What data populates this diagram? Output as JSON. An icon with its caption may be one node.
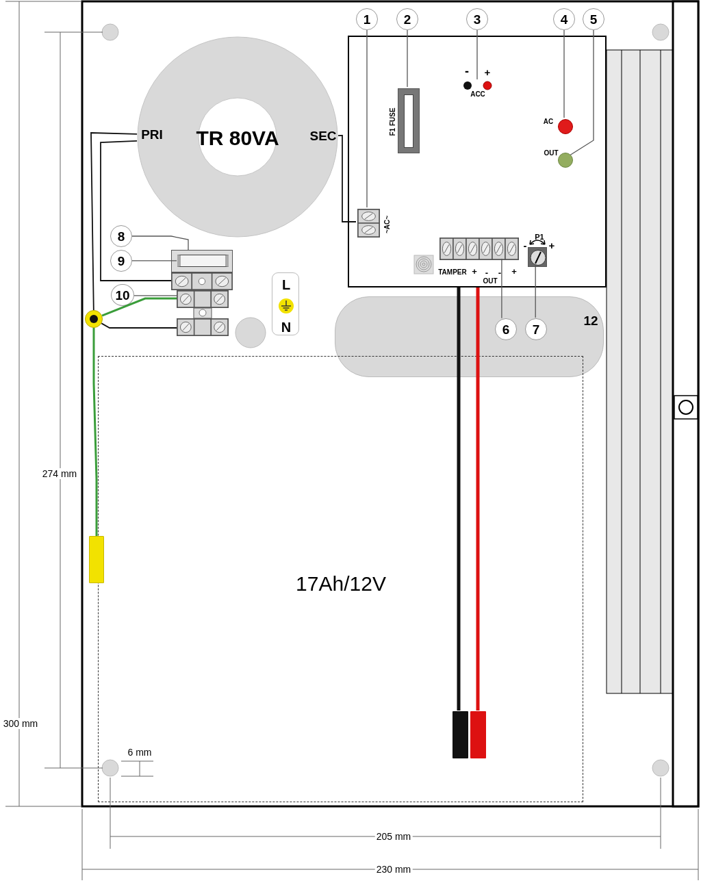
{
  "diagram": {
    "nodes": [
      {
        "text": [
          "1"
        ]
      },
      {
        "text": [
          "2"
        ]
      },
      {
        "text": [
          "3"
        ]
      },
      {
        "text": [
          "4"
        ]
      },
      {
        "text": [
          "5"
        ]
      },
      {
        "text": [],
        "shape": "box"
      },
      {
        "text": [],
        "shape": "box",
        "in": 5,
        "beside": [
          "~AC~"
        ]
      },
      {
        "text": [],
        "shape": "box",
        "in": 5,
        "beside": [
          "F1 FUSE"
        ]
      },
      {
        "text": [],
        "shape": "circle",
        "in": 5,
        "beside": [
          "AC"
        ]
      },
      {
        "text": [],
        "shape": "circle",
        "in": 5,
        "beside": [
          "OUT"
        ]
      },
      {
        "text": [],
        "shape": "box",
        "in": 5,
        "beside": [
          "TAMPER",
          "+",
          "-",
          "-",
          "+",
          "OUT"
        ]
      },
      {
        "text": [],
        "shape": "box",
        "in": 5,
        "beside": [
          "P1",
          "-",
          "+"
        ]
      },
      {
        "text": [
          "PRI",
          "TR 80VA",
          "SEC"
        ]
      },
      {
        "text": [
          "8"
        ]
      },
      {
        "text": [
          "9"
        ]
      },
      {
        "text": [],
        "shape": "box"
      },
      {
        "text": [],
        "shape": "bar",
        "in": 15
      },
      {
        "text": [
          "10"
        ]
      },
      {
        "text": [],
        "shape": "box"
      },
      {
        "text": [],
        "shape": "box"
      },
      {
        "text": [],
        "shape": "box"
      },
      {
        "text": [
          "L",
          "N"
        ]
      },
      {
        "text": [
          "12"
        ]
      },
      {
        "text": [
          "6"
        ],
        "in": 22
      },
      {
        "text": [
          "7"
        ],
        "in": 22
      },
      {
        "text": [
          "17Ah/12V"
        ]
      },
      {
        "text": [],
        "shape": "circle"
      },
      {
        "text": [],
        "shape": "bar"
      },
      {
        "text": [],
        "shape": "bar",
        "in": 25
      },
      {
        "text": [],
        "shape": "bar",
        "in": 25
      }
    ],
    "edges": [
      {
        "from": 0,
        "to": 6,
        "arrow": "none"
      },
      {
        "from": 1,
        "to": 7,
        "arrow": "none"
      },
      {
        "from": 2,
        "to": null,
        "arrow": "none"
      },
      {
        "from": 3,
        "to": 8,
        "arrow": "none"
      },
      {
        "from": 4,
        "to": 9,
        "arrow": "none"
      },
      {
        "from": 23,
        "to": 10,
        "arrow": "none"
      },
      {
        "from": 24,
        "to": 11,
        "arrow": "none"
      },
      {
        "from": 13,
        "to": 15,
        "arrow": "none"
      },
      {
        "from": 14,
        "to": 16,
        "arrow": "none"
      },
      {
        "from": 17,
        "to": 19,
        "arrow": "none"
      },
      {
        "from": 12,
        "to": 6,
        "arrow": "none"
      },
      {
        "from": 12,
        "to": 18,
        "arrow": "none"
      },
      {
        "from": 12,
        "to": 26,
        "arrow": "none"
      },
      {
        "from": 26,
        "to": 19,
        "arrow": "none",
        "color": "#3a9d3a"
      },
      {
        "from": 26,
        "to": 20,
        "arrow": "none"
      },
      {
        "from": 26,
        "to": 27,
        "arrow": "none",
        "color": "#3a9d3a"
      },
      {
        "from": 5,
        "to": 28,
        "arrow": "none",
        "style": "thick"
      },
      {
        "from": 5,
        "to": 29,
        "arrow": "none",
        "style": "thick",
        "color": "#dd1111"
      }
    ],
    "labels": [
      "-",
      "+",
      "ACC",
      "274 mm",
      "300 mm",
      "6 mm",
      "205 mm",
      "230 mm"
    ]
  }
}
